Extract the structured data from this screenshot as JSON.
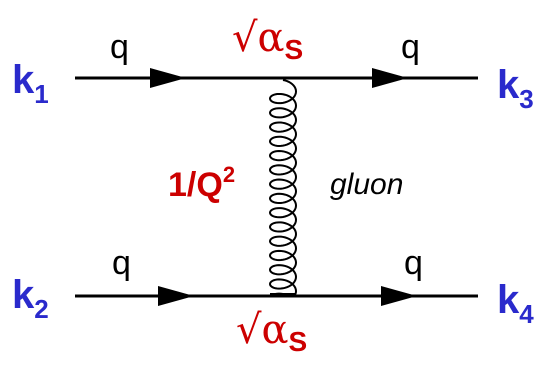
{
  "external_legs": {
    "incoming_top": {
      "symbol": "k",
      "index": "1"
    },
    "incoming_bottom": {
      "symbol": "k",
      "index": "2"
    },
    "outgoing_top": {
      "symbol": "k",
      "index": "3"
    },
    "outgoing_bottom": {
      "symbol": "k",
      "index": "4"
    }
  },
  "quark_labels": {
    "top_left": "q",
    "top_right": "q",
    "bottom_left": "q",
    "bottom_right": "q"
  },
  "vertices": {
    "top_coupling": {
      "root": "√α",
      "sub": "S"
    },
    "bottom_coupling": {
      "root": "√α",
      "sub": "S"
    }
  },
  "propagator": {
    "text": "1/Q",
    "power": "2"
  },
  "exchange_label": "gluon",
  "colors": {
    "momentum": "#2a2acc",
    "coupling": "#cc0000",
    "line": "#000000"
  }
}
